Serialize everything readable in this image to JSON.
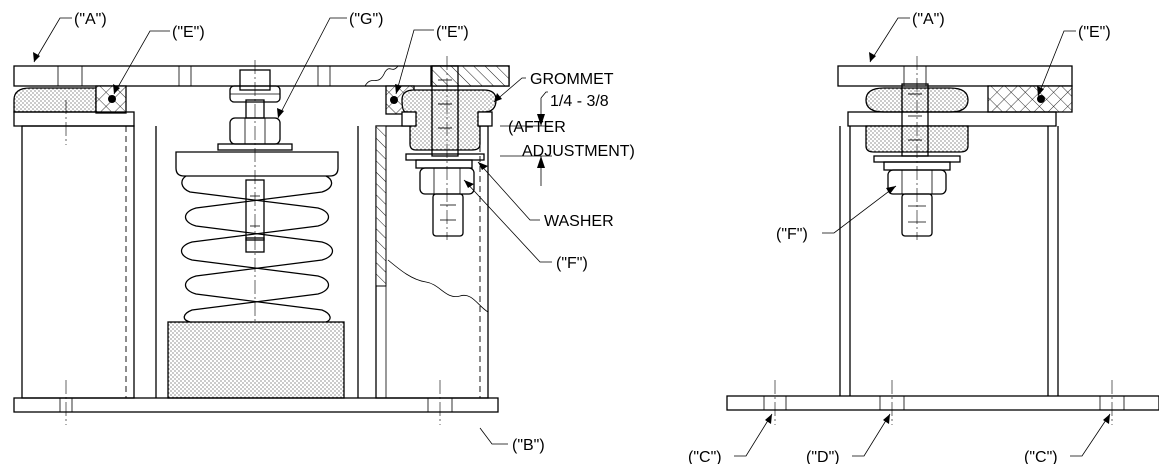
{
  "drawing": {
    "labels": {
      "a_left": "(\"A\")",
      "e_left": "(\"E\")",
      "g": "(\"G\")",
      "e_mid": "(\"E\")",
      "grommet": "GROMMET",
      "dim_range": "1/4 - 3/8",
      "after": "(AFTER",
      "adjustment": "ADJUSTMENT)",
      "washer": "WASHER",
      "f_left": "(\"F\")",
      "b": "(\"B\")",
      "a_right": "(\"A\")",
      "e_right": "(\"E\")",
      "f_right": "(\"F\")",
      "c_left": "(\"C\")",
      "d": "(\"D\")",
      "c_right": "(\"C\")"
    }
  }
}
